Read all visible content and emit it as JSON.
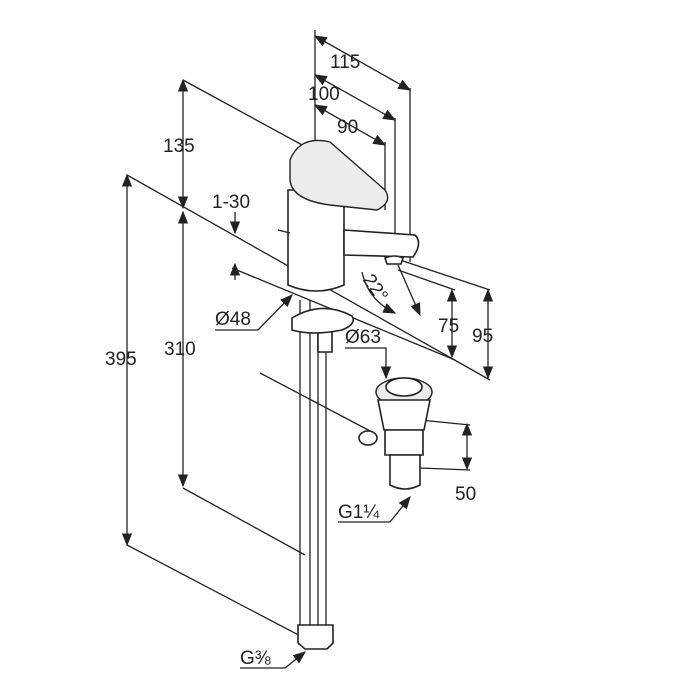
{
  "drawing": {
    "dimensions": {
      "width_total": "115",
      "width_spout": "100",
      "width_handle": "90",
      "height_above": "135",
      "height_total": "395",
      "height_body": "310",
      "mount_thickness": "1-30",
      "angle": "22°",
      "body_diameter": "Ø48",
      "waste_diameter": "Ø63",
      "spout_height": "75",
      "spout_height_outer": "95",
      "waste_height": "50",
      "waste_thread": "G1¼",
      "supply_thread": "G⅜"
    },
    "colors": {
      "line": "#222222",
      "background": "#ffffff"
    }
  }
}
